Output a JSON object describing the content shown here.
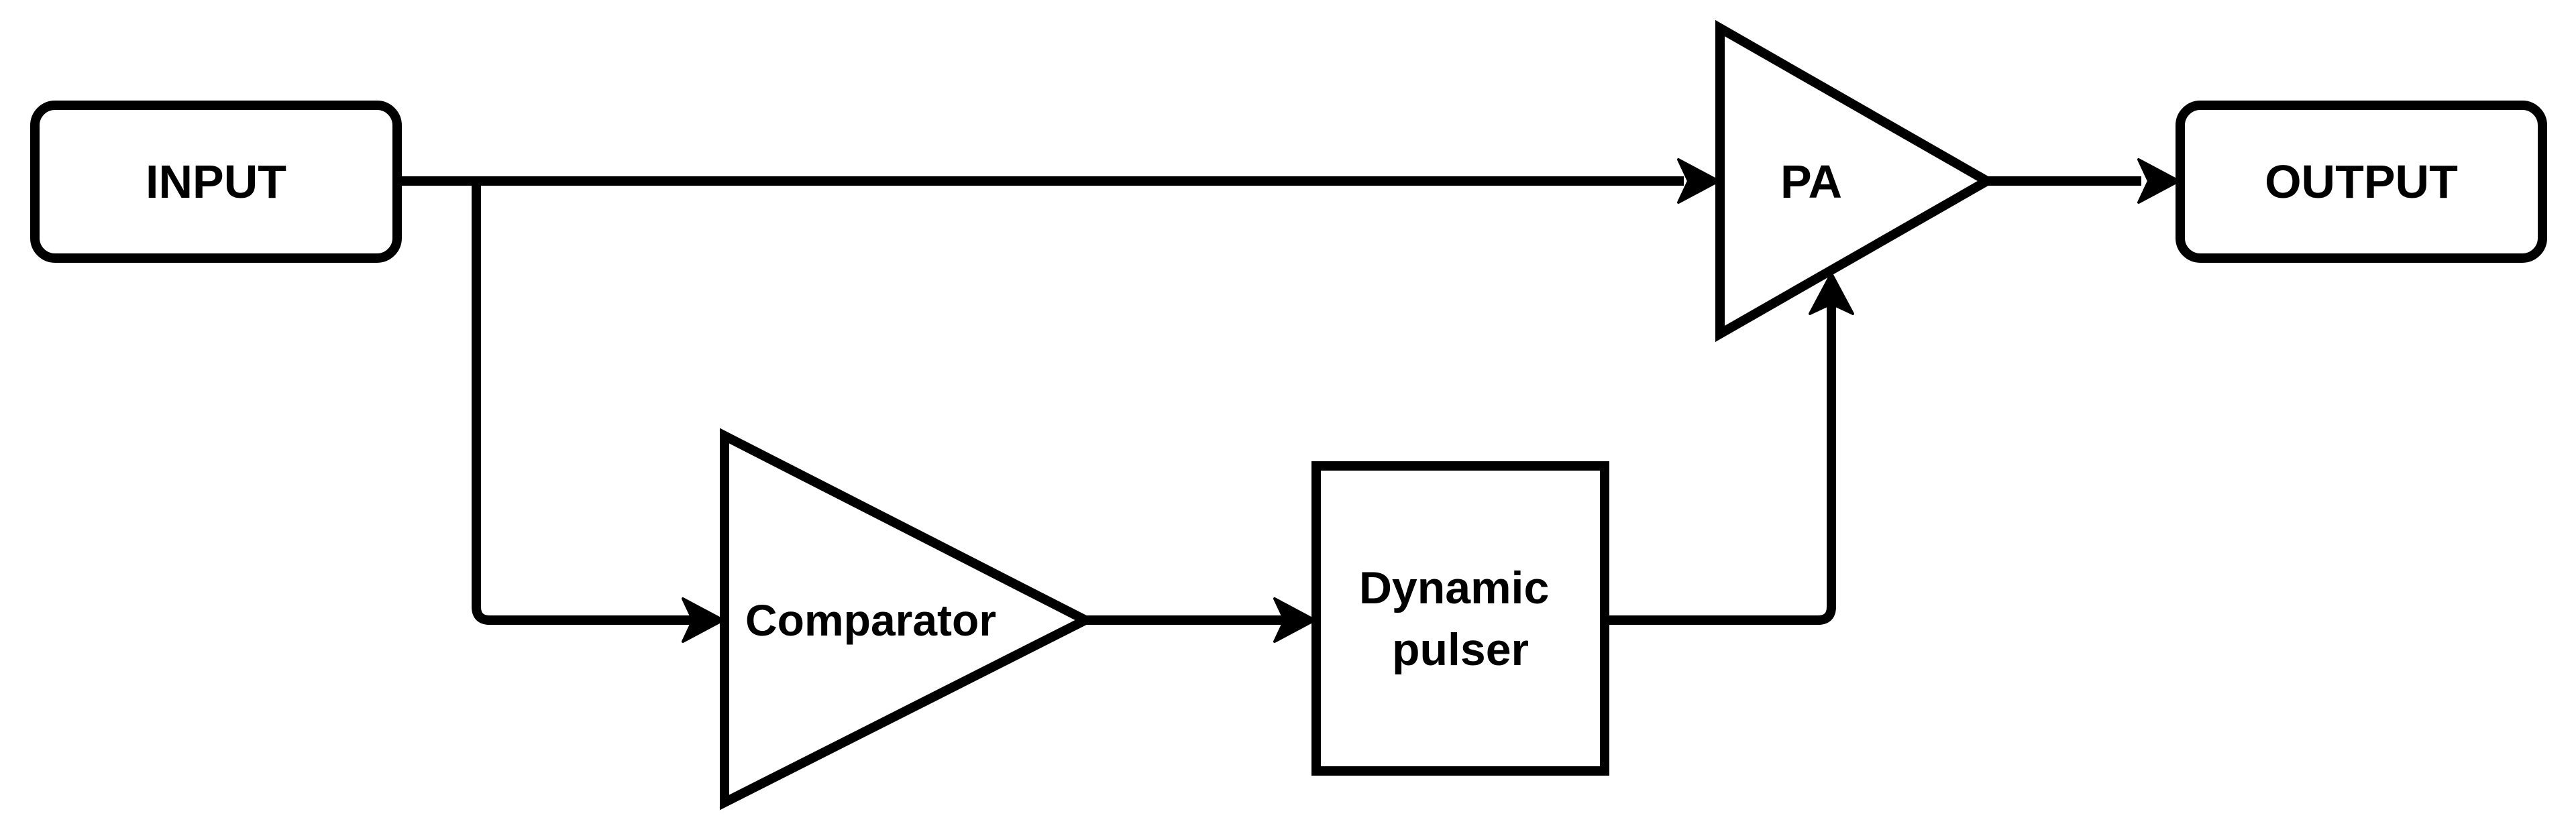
{
  "diagram": {
    "nodes": {
      "input": {
        "label": "INPUT"
      },
      "pa": {
        "label": "PA"
      },
      "output": {
        "label": "OUTPUT"
      },
      "comparator": {
        "label": "Comparator"
      },
      "pulser": {
        "label_lines": [
          "Dynamic",
          "pulser"
        ]
      }
    },
    "edges": [
      {
        "from": "input",
        "to": "pa"
      },
      {
        "from": "input",
        "to": "comparator"
      },
      {
        "from": "comparator",
        "to": "pulser"
      },
      {
        "from": "pulser",
        "to": "pa"
      },
      {
        "from": "pa",
        "to": "output"
      }
    ]
  },
  "colors": {
    "stroke": "#000000",
    "fill": "#ffffff",
    "text": "#000000"
  }
}
